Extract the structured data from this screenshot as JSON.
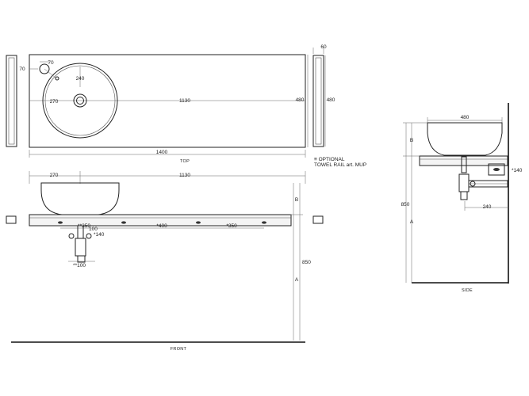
{
  "views": {
    "top": "TOP",
    "front": "FRONT",
    "side": "SIDE"
  },
  "top_view": {
    "d70a": "70",
    "d70b": "70",
    "d240": "240",
    "d270": "270",
    "d1130": "1130",
    "d1400": "1400",
    "d480": "480",
    "d60": "60",
    "d480r": "480"
  },
  "note": {
    "line1": "≡ OPTIONAL",
    "line2": "TOWEL RAIL art. MUP"
  },
  "front_view": {
    "d270": "270",
    "d1130": "1130",
    "b": "B",
    "a": "A",
    "d850": "850",
    "d350a": "**350",
    "d100": "100",
    "d140": "*140",
    "d400": "*400",
    "d350b": "*350",
    "d100b": "**100"
  },
  "side_view": {
    "d480": "480",
    "b": "B",
    "a": "A",
    "d850": "850",
    "d140": "*140",
    "d240": "240"
  }
}
